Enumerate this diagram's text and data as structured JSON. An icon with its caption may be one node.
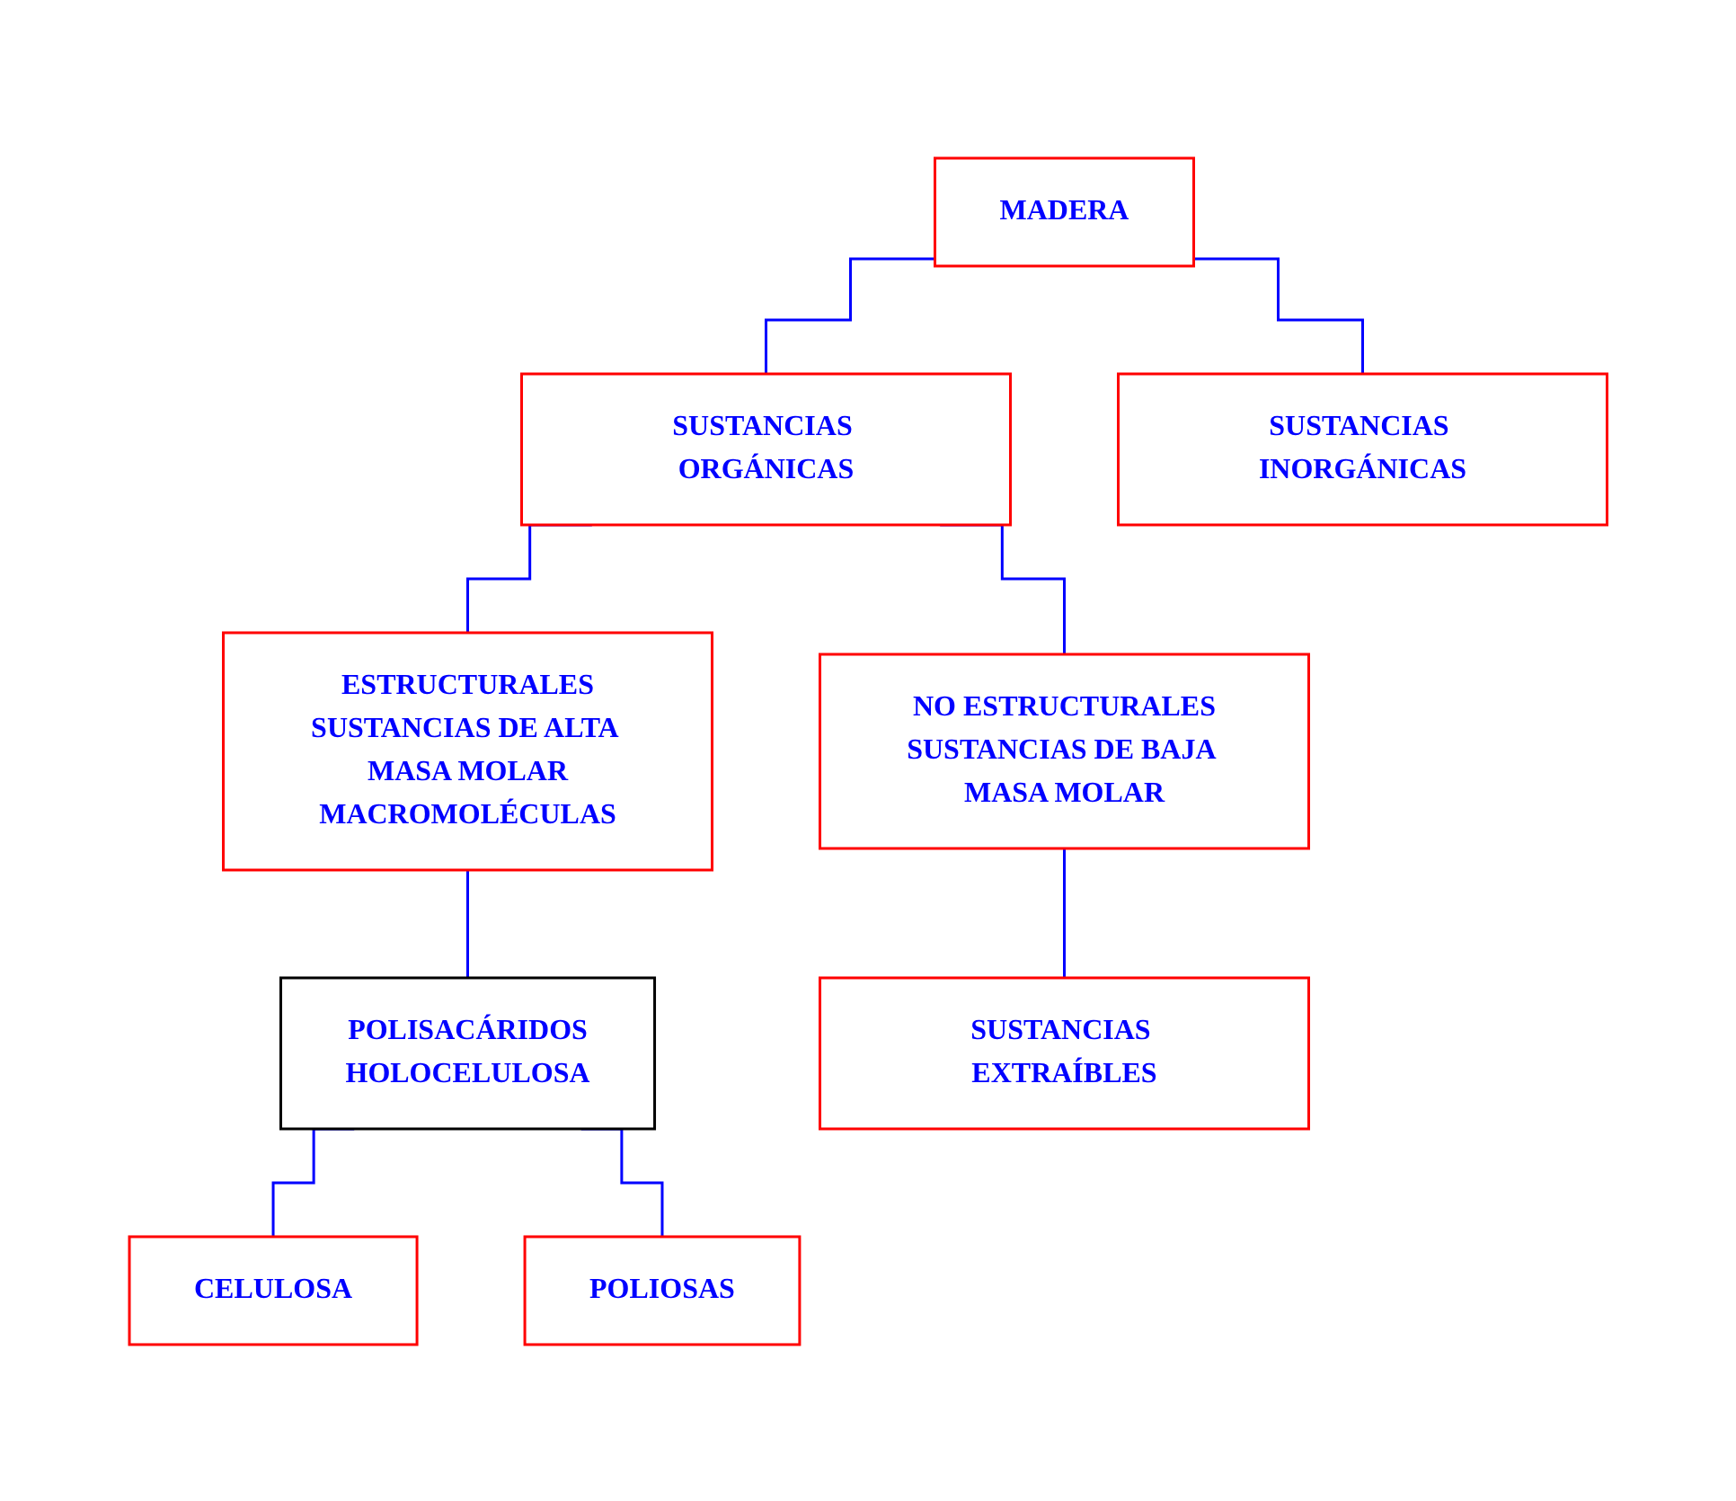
{
  "diagram": {
    "nodes": [
      {
        "text": [
          "MADERA"
        ]
      },
      {
        "text": [
          "SUSTANCIAS ORGÁNICAS"
        ]
      },
      {
        "text": [
          "SUSTANCIAS INORGÁNICAS"
        ]
      },
      {
        "text": [
          "ESTRUCTURALES",
          "SUSTANCIAS DE ALTA MASA MOLAR",
          "MACROMOLÉCULAS"
        ]
      },
      {
        "text": [
          "NO ESTRUCTURALES",
          "SUSTANCIAS DE BAJA MASA MOLAR"
        ]
      },
      {
        "text": [
          "POLISACÁRIDOS",
          "HOLOCELULOSA"
        ]
      },
      {
        "text": [
          "SUSTANCIAS EXTRAÍBLES"
        ]
      },
      {
        "text": [
          "CELULOSA"
        ]
      },
      {
        "text": [
          "POLIOSAS"
        ]
      }
    ],
    "edges": [
      {
        "from": 0,
        "to": 1,
        "arrow": "none"
      },
      {
        "from": 0,
        "to": 2,
        "arrow": "none"
      },
      {
        "from": 1,
        "to": 3,
        "arrow": "none"
      },
      {
        "from": 1,
        "to": 4,
        "arrow": "none"
      },
      {
        "from": 3,
        "to": 5,
        "arrow": "none"
      },
      {
        "from": 4,
        "to": 6,
        "arrow": "none"
      },
      {
        "from": 5,
        "to": 7,
        "arrow": "none"
      },
      {
        "from": 5,
        "to": 8,
        "arrow": "none"
      }
    ]
  }
}
